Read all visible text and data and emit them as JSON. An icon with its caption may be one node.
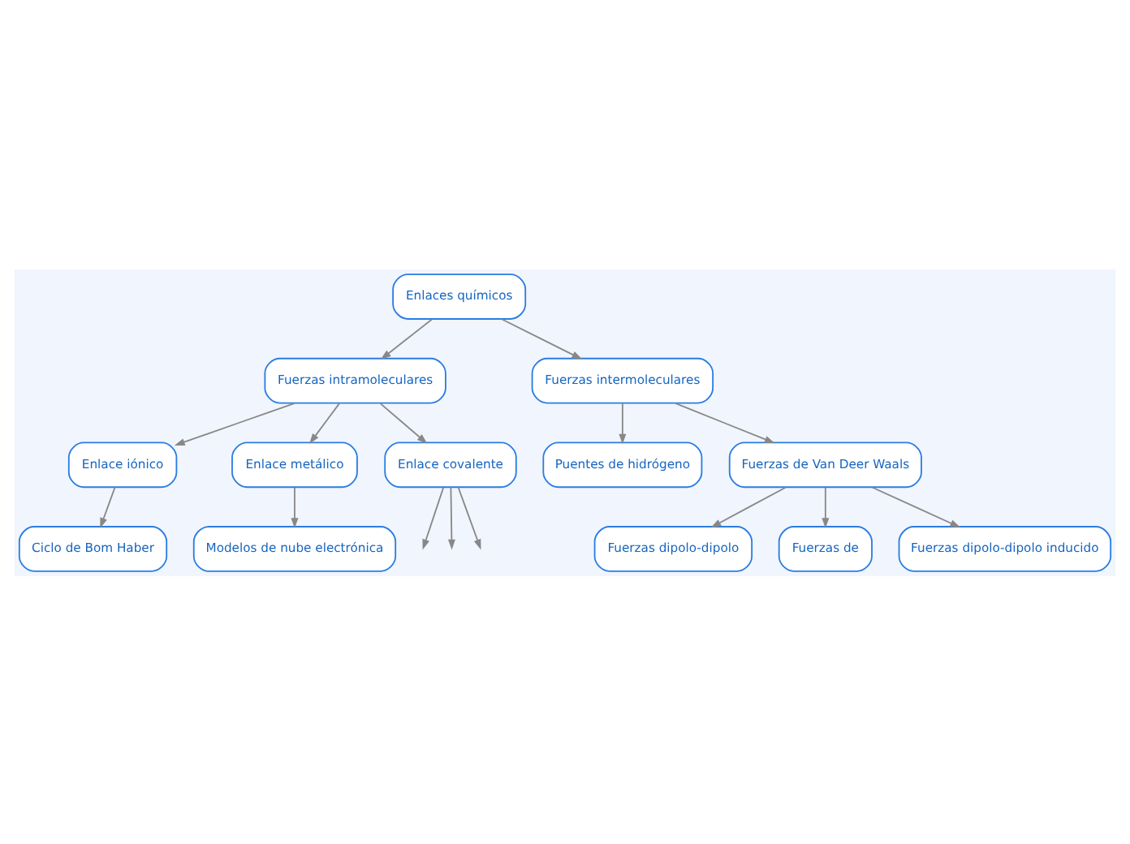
{
  "diagram": {
    "nodes": [
      {
        "text": [
          "Enlaces químicos"
        ]
      },
      {
        "text": [
          "Fuerzas intramoleculares"
        ]
      },
      {
        "text": [
          "Fuerzas intermoleculares"
        ]
      },
      {
        "text": [
          "Enlace iónico"
        ]
      },
      {
        "text": [
          "Enlace metálico"
        ]
      },
      {
        "text": [
          "Puentes de hidrógeno"
        ]
      },
      {
        "text": [
          "Fuerzas de Van Deer Waals"
        ]
      },
      {
        "text": [
          "Ciclo de Bom Haber"
        ]
      },
      {
        "text": [
          "Modelos de nube electrónica"
        ]
      },
      {
        "text": [
          "Fuerzas dipolo-dipolo"
        ]
      },
      {
        "text": [
          "Fuerzas de"
        ]
      },
      {
        "text": [
          "Enlace covalente"
        ]
      },
      {
        "text": [
          "Fuerzas dipolo-dipolo inducido"
        ]
      }
    ],
    "edges": [
      {
        "from": 0,
        "to": 1,
        "arrow": "to"
      },
      {
        "from": 0,
        "to": 2,
        "arrow": "to"
      },
      {
        "from": 1,
        "to": 3,
        "arrow": "to"
      },
      {
        "from": 1,
        "to": 11,
        "arrow": "to"
      },
      {
        "from": 1,
        "to": 4,
        "arrow": "to"
      },
      {
        "from": 3,
        "to": 7,
        "arrow": "to"
      },
      {
        "from": 4,
        "to": 8,
        "arrow": "to"
      },
      {
        "from": 2,
        "to": 5,
        "arrow": "to"
      },
      {
        "from": 2,
        "to": 6,
        "arrow": "to"
      },
      {
        "from": 6,
        "to": 9,
        "arrow": "to"
      },
      {
        "from": 6,
        "to": 12,
        "arrow": "to"
      },
      {
        "from": 6,
        "to": 10,
        "arrow": "to"
      },
      {
        "from": 11,
        "to": null,
        "arrow": "to"
      },
      {
        "from": 11,
        "to": null,
        "arrow": "to"
      },
      {
        "from": 11,
        "to": null,
        "arrow": "to"
      }
    ]
  }
}
